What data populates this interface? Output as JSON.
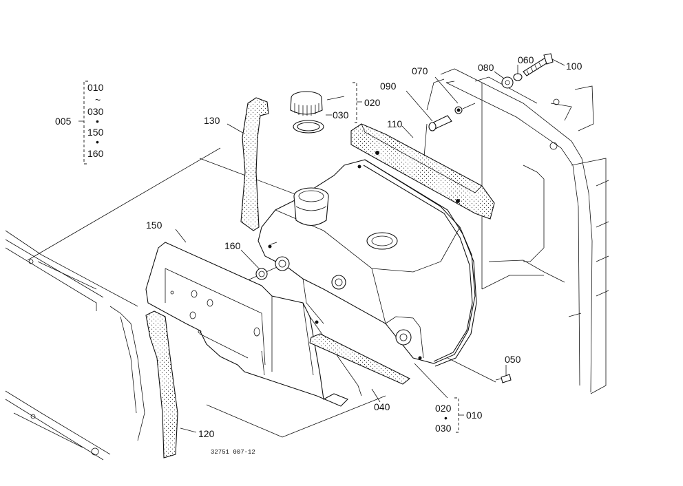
{
  "diagram": {
    "drawing_code": "32751 007-12",
    "group_bracket": {
      "label": "005",
      "items": [
        "010",
        "~",
        "030",
        "•",
        "150",
        "•",
        "160"
      ]
    },
    "assembly_bracket": {
      "label": "010",
      "items": [
        "020",
        "•",
        "030"
      ]
    },
    "cap_bracket": {
      "label": "020"
    },
    "parts": [
      {
        "id": "030",
        "label": "030"
      },
      {
        "id": "040",
        "label": "040"
      },
      {
        "id": "050",
        "label": "050"
      },
      {
        "id": "060",
        "label": "060"
      },
      {
        "id": "070",
        "label": "070"
      },
      {
        "id": "080",
        "label": "080"
      },
      {
        "id": "090",
        "label": "090"
      },
      {
        "id": "100",
        "label": "100"
      },
      {
        "id": "110",
        "label": "110"
      },
      {
        "id": "120",
        "label": "120"
      },
      {
        "id": "130",
        "label": "130"
      },
      {
        "id": "150",
        "label": "150"
      },
      {
        "id": "160",
        "label": "160"
      }
    ]
  }
}
